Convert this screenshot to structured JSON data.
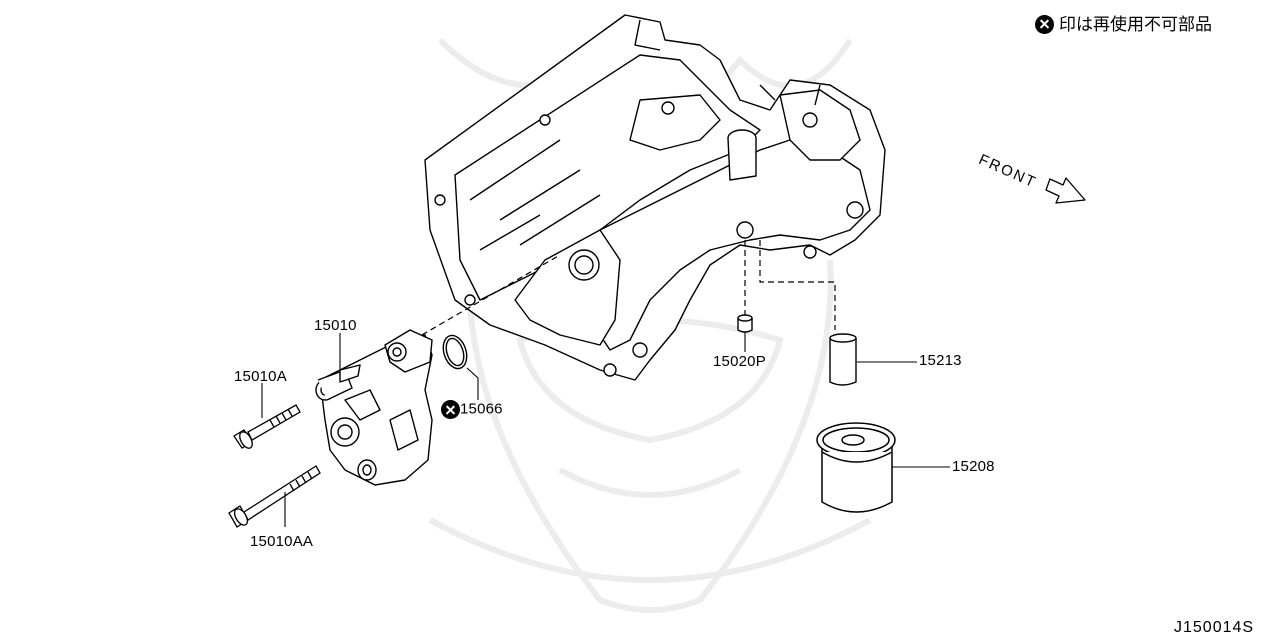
{
  "legend": {
    "text": "印は再使用不可部品",
    "icon": "x-circle-icon"
  },
  "direction_label": "FRONT",
  "diagram_id": "J150014S",
  "parts": [
    {
      "number": "15010",
      "non_reusable": false
    },
    {
      "number": "15010A",
      "non_reusable": false
    },
    {
      "number": "15010AA",
      "non_reusable": false
    },
    {
      "number": "15066",
      "non_reusable": true
    },
    {
      "number": "15020P",
      "non_reusable": false
    },
    {
      "number": "15213",
      "non_reusable": false
    },
    {
      "number": "15208",
      "non_reusable": false
    }
  ]
}
